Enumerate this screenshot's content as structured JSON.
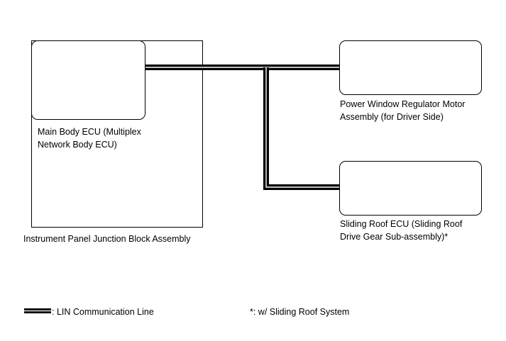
{
  "diagram": {
    "junction_block_label": "Instrument Panel Junction Block Assembly",
    "main_body_ecu_label": "Main Body ECU (Multiplex\nNetwork Body ECU)",
    "power_window_label": "Power Window Regulator Motor\nAssembly (for Driver Side)",
    "sliding_roof_label": "Sliding Roof ECU (Sliding Roof\nDrive Gear Sub-assembly)*"
  },
  "legend": {
    "lin_line_label": ": LIN Communication Line",
    "footnote": "*: w/ Sliding Roof System"
  },
  "colors": {
    "line": "#000000",
    "background": "#ffffff"
  }
}
